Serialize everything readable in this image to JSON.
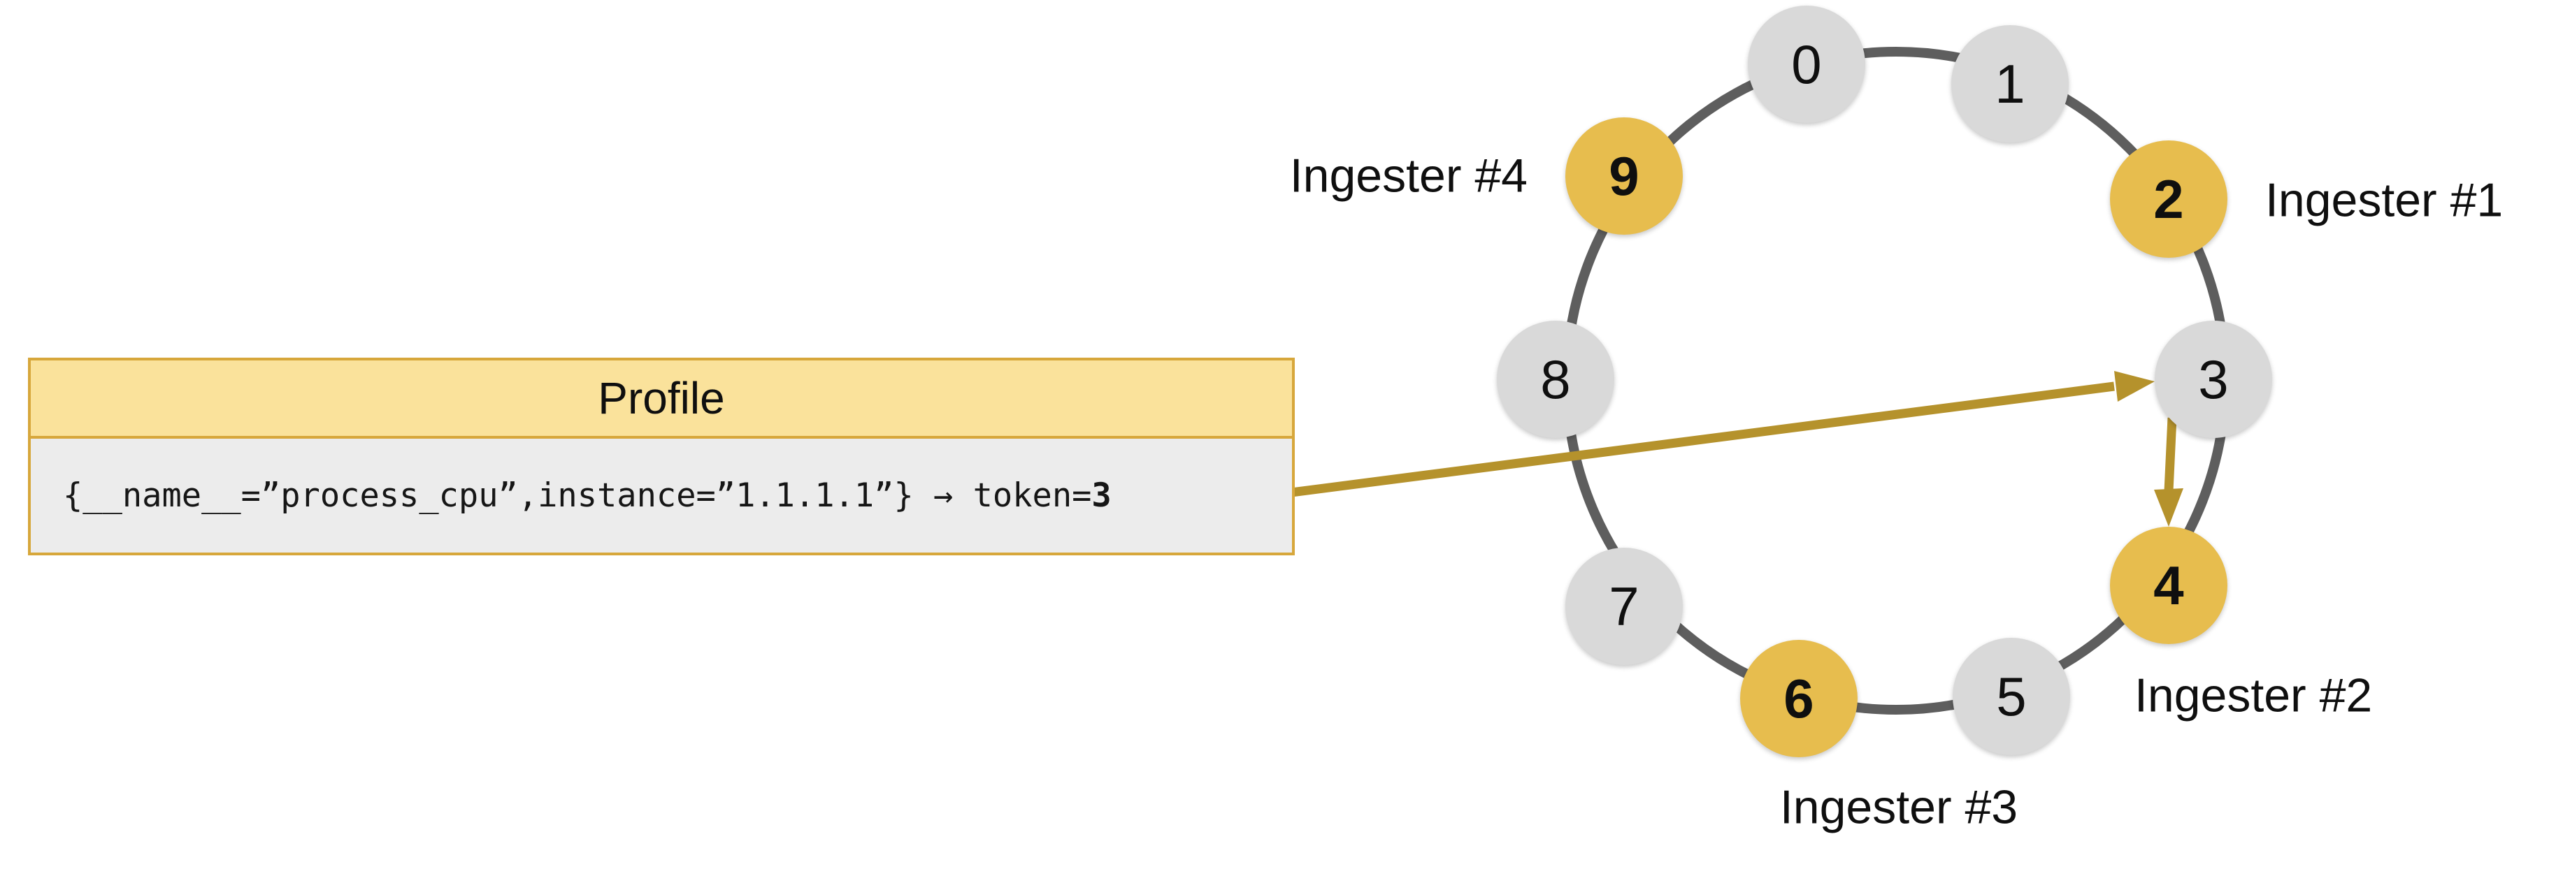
{
  "profile_box": {
    "title": "Profile",
    "series_selector": "{__name__=”process_cpu”,instance=”1.1.1.1”} → token=",
    "token_value": "3"
  },
  "ring": {
    "nodes": [
      {
        "token": "0"
      },
      {
        "token": "1"
      },
      {
        "token": "2",
        "label": "Ingester #1"
      },
      {
        "token": "3"
      },
      {
        "token": "4",
        "label": "Ingester #2"
      },
      {
        "token": "5"
      },
      {
        "token": "6",
        "label": "Ingester #3"
      },
      {
        "token": "7"
      },
      {
        "token": "8"
      },
      {
        "token": "9",
        "label": "Ingester #4"
      }
    ]
  },
  "colors": {
    "owned_token": "#E7BD4E",
    "free_token": "#D9D9D9",
    "ring_stroke": "#5E5E5E",
    "arrow": "#B5922C",
    "box_header_fill": "#FAE29B",
    "box_body_fill": "#ECECEC",
    "box_border": "#D7A73B"
  }
}
